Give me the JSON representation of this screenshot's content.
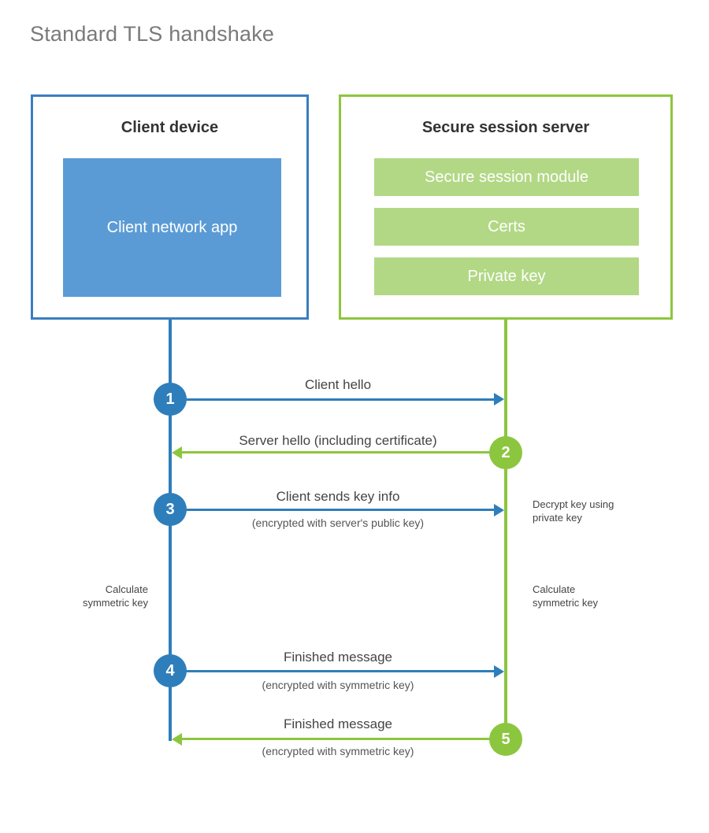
{
  "title": "Standard TLS handshake",
  "colors": {
    "client_accent": "#2e7ebb",
    "client_border": "#3a7ebf",
    "client_fill": "#5b9bd5",
    "server_accent": "#8cc63e",
    "server_fill": "#b2d885",
    "title_text": "#7a7a7a",
    "label_text": "#444444"
  },
  "client": {
    "title": "Client device",
    "app_label": "Client network app"
  },
  "server": {
    "title": "Secure session server",
    "components": [
      {
        "label": "Secure session module"
      },
      {
        "label": "Certs"
      },
      {
        "label": "Private key"
      }
    ]
  },
  "steps": [
    {
      "number": "1",
      "label": "Client hello",
      "sublabel": "",
      "direction": "client-to-server",
      "color": "blue"
    },
    {
      "number": "2",
      "label": "Server hello (including certificate)",
      "sublabel": "",
      "direction": "server-to-client",
      "color": "green"
    },
    {
      "number": "3",
      "label": "Client sends key info",
      "sublabel": "(encrypted with server's public key)",
      "direction": "client-to-server",
      "color": "blue"
    },
    {
      "number": "4",
      "label": "Finished message",
      "sublabel": "(encrypted with symmetric key)",
      "direction": "client-to-server",
      "color": "blue"
    },
    {
      "number": "5",
      "label": "Finished message",
      "sublabel": "(encrypted with symmetric key)",
      "direction": "server-to-client",
      "color": "green"
    }
  ],
  "notes": {
    "server_decrypt": "Decrypt key using\nprivate key",
    "client_calculate": "Calculate\nsymmetric key",
    "server_calculate": "Calculate\nsymmetric key"
  }
}
